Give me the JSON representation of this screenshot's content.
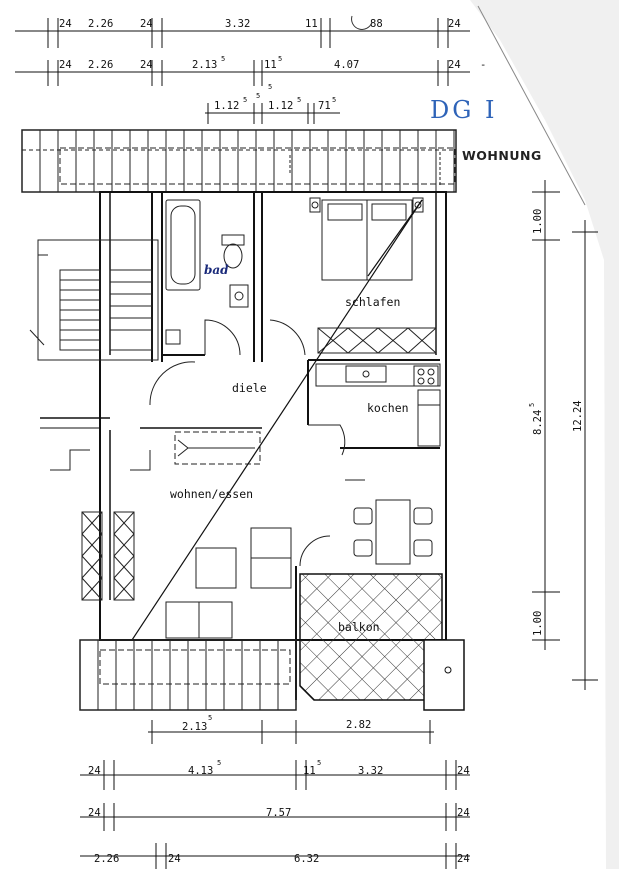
{
  "title": "WOHNUNG",
  "handwritten_label": "DG I",
  "rooms": {
    "bad": "bad",
    "schlafen": "schlafen",
    "diele": "diele",
    "kochen": "kochen",
    "wohnen_essen": "wohnen/essen",
    "balkon": "balkon"
  },
  "top_dims": {
    "row1": [
      "24",
      "2.26",
      "24",
      "3.32",
      "11",
      "88",
      "24"
    ],
    "row2": {
      "a": "24",
      "b": "2.26",
      "c": "24",
      "d_base": "2.13",
      "d_sup": "5",
      "e_base": "11",
      "e_sup": "5",
      "f": "4.07",
      "g": "24",
      "h": "-"
    },
    "row3": {
      "a_base": "1.12",
      "a_sup": "5",
      "b_sup": "5",
      "c_base": "1.12",
      "c_sup": "5",
      "d_base": "71",
      "d_sup": "5"
    }
  },
  "right_dims": {
    "top": "1.00",
    "mid_base": "8.24",
    "mid_sup": "5",
    "bottom": "1.00",
    "total": "12.24"
  },
  "bottom_dims": {
    "row1": {
      "a_base": "2.13",
      "a_sup": "5",
      "b": "2.82"
    },
    "row2": {
      "a": "24",
      "b_base": "4.13",
      "b_sup": "5",
      "c_base": "11",
      "c_sup": "5",
      "d": "3.32",
      "e": "24"
    },
    "row3": {
      "a": "24",
      "b": "7.57",
      "c": "24"
    },
    "row4": {
      "a": "2.26",
      "b": "24",
      "c": "6.32",
      "d": "24"
    }
  }
}
